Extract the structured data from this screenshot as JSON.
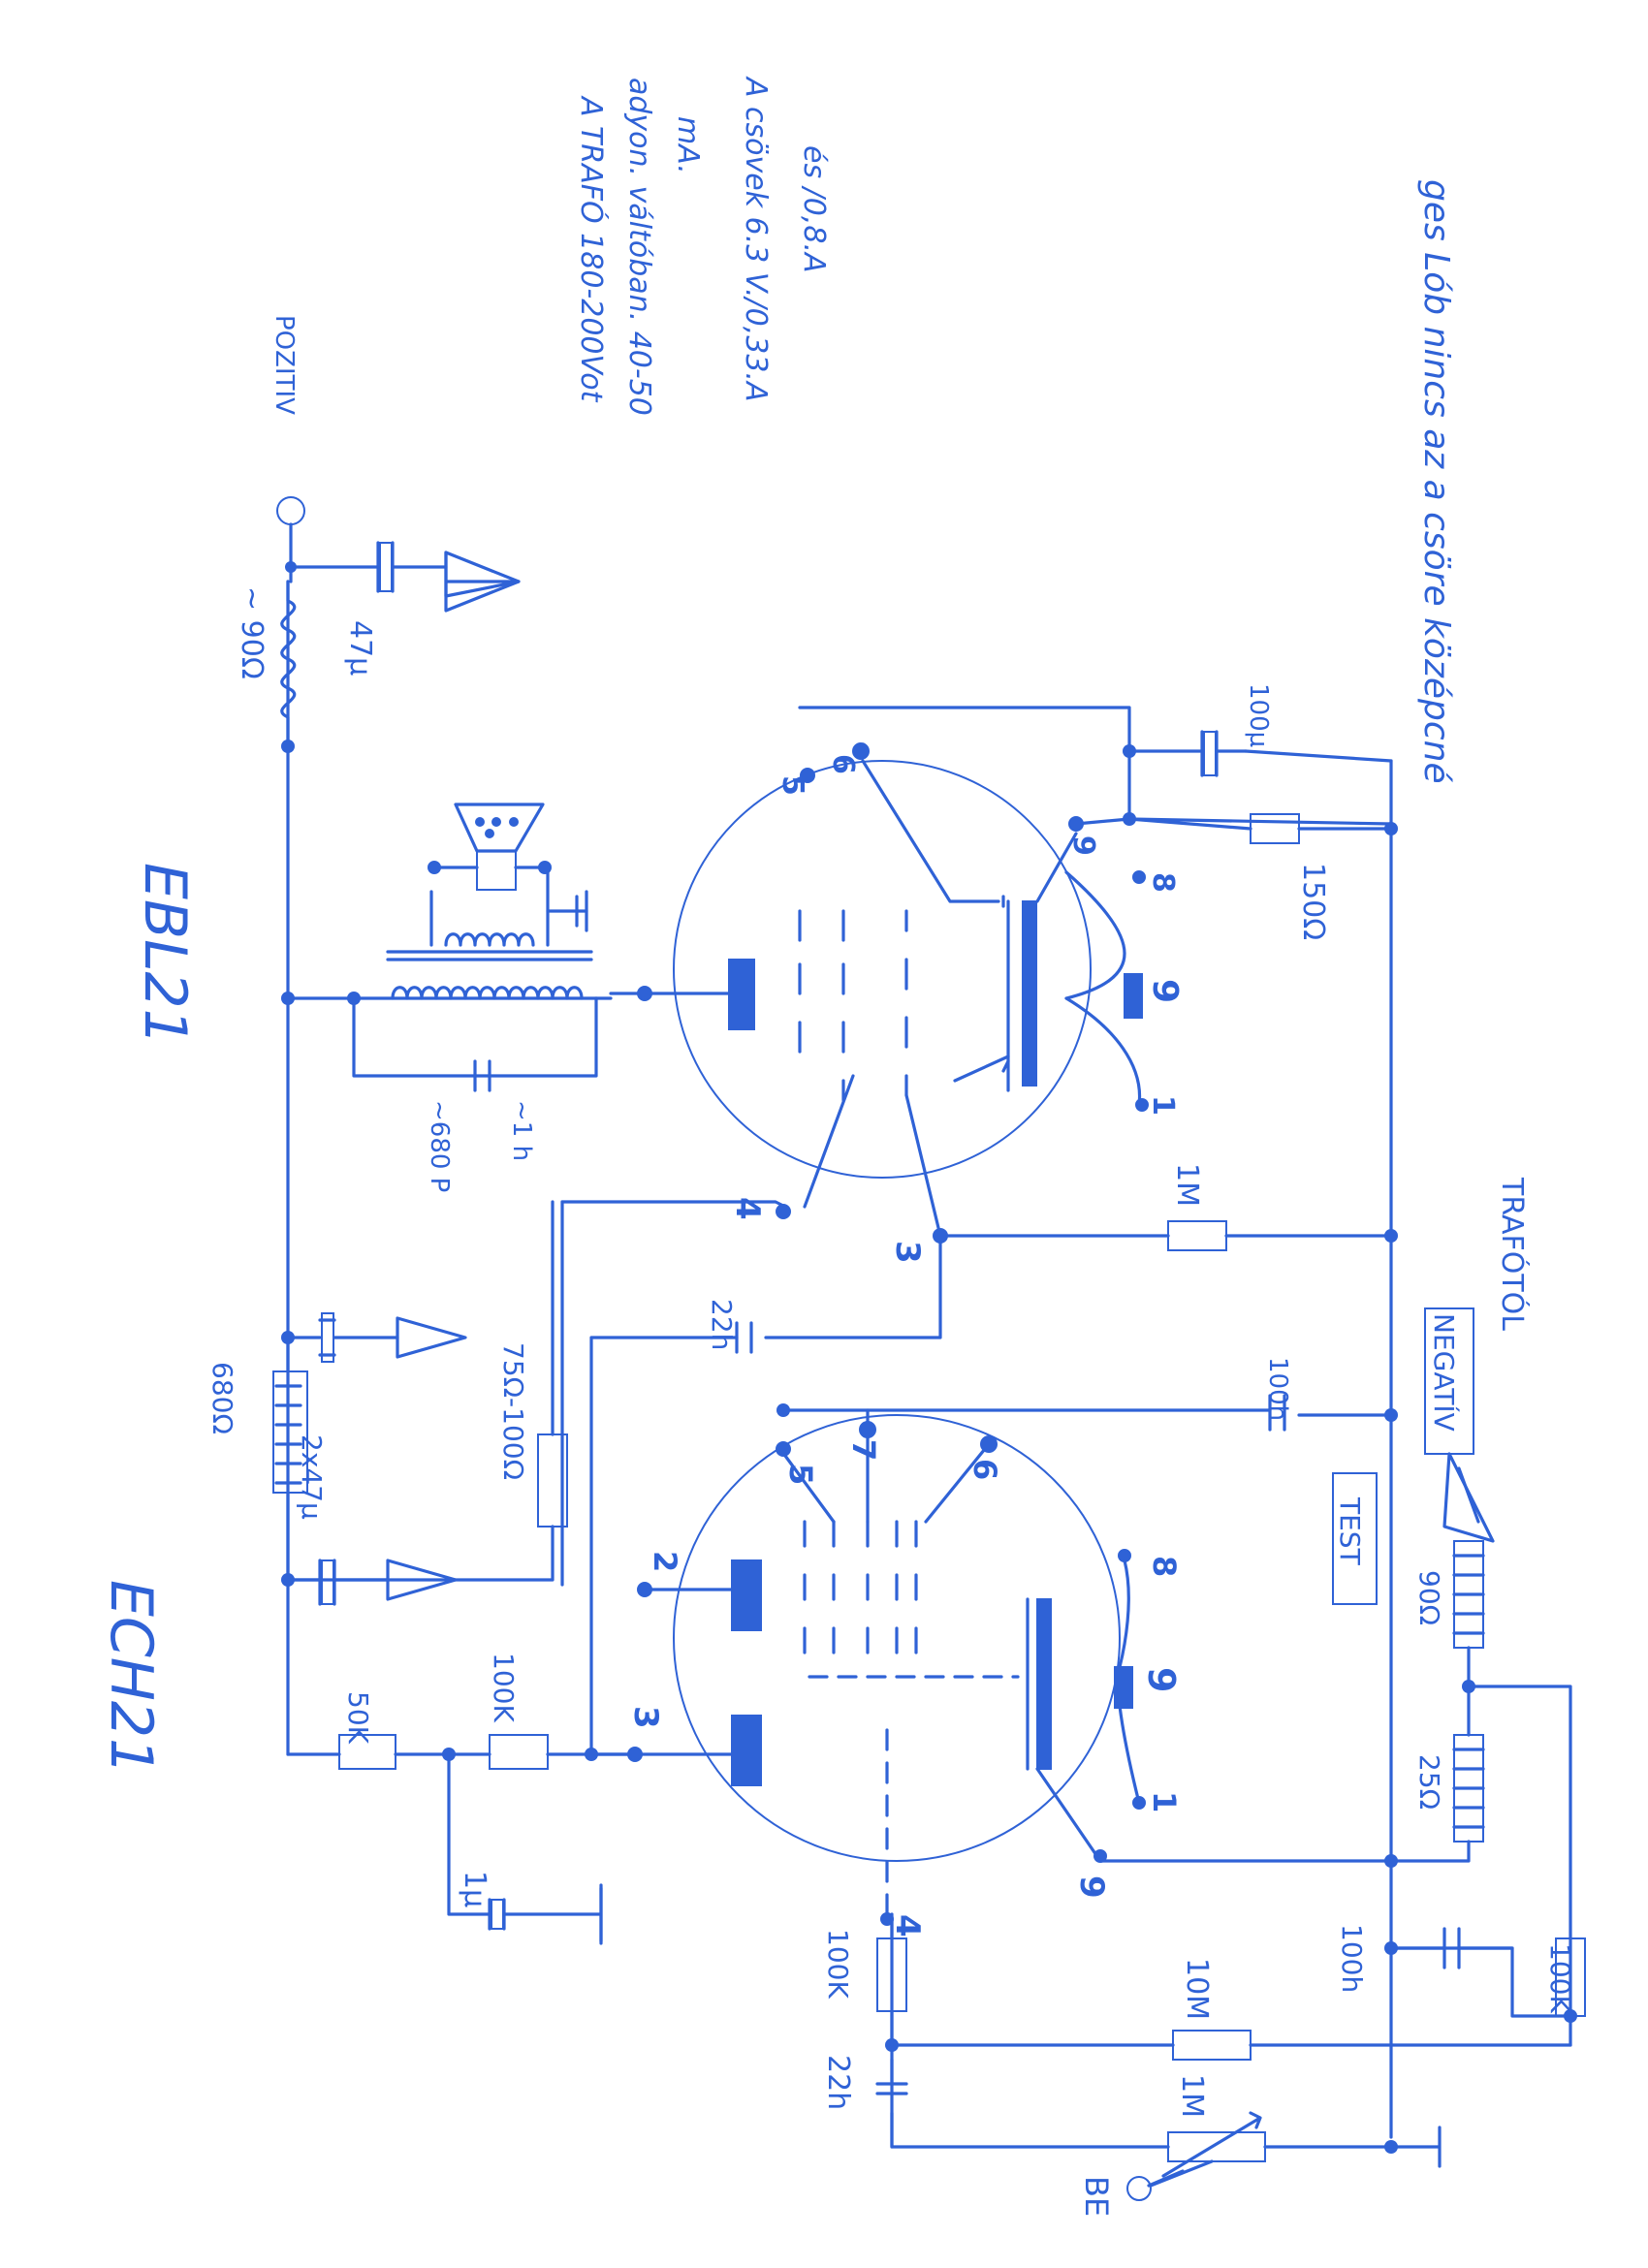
{
  "colors": {
    "ink": "#2f62d6",
    "paper": "#ffffff"
  },
  "tubes": {
    "ech21": {
      "title": "ECH21",
      "pins": {
        "p1": "1",
        "p2": "2",
        "p3": "3",
        "p4": "4",
        "p5": "5",
        "p6": "6",
        "p7": "7",
        "p8": "8",
        "p9a": "9",
        "p9b": "9"
      }
    },
    "ebl21": {
      "title": "EBL21",
      "pins": {
        "p1": "1",
        "p3": "3",
        "p4": "4",
        "p5": "5",
        "p6": "6",
        "p8": "8",
        "p9a": "9",
        "p9b": "9"
      }
    }
  },
  "labels": {
    "r_90": "~ 90Ω",
    "c_47u": "47µ",
    "pozitiv": "POZITIV",
    "c_680p": "~680 P",
    "c_1n": "~1 h",
    "c_100u": "100µ",
    "r_150": "150Ω",
    "r_1m_grid": "1M",
    "r_680": "680Ω",
    "c_2x47": "2x47µ",
    "r_75_100": "75Ω-100Ω",
    "c_22n_top": "22h",
    "c_100n_top": "100h",
    "negativ": "NEGATÍV",
    "trafotol": "TRAFÓTÓL",
    "test": "TEST",
    "r_90_bottom": "90Ω",
    "r_25": "25Ω",
    "r_50k": "50K",
    "r_100k_mid": "100K",
    "c_1u": "1µ",
    "r_100k_left": "100K",
    "r_10m": "10M",
    "c_22n_bottom": "22h",
    "pot_1m": "1M",
    "be": "BE",
    "c_100n_bottom": "100h",
    "r_100k_right": "100K"
  },
  "notes": {
    "line1": "A TRAFÓ 180-200Vot",
    "line2": "adyon. váltóban. 40-50",
    "line3": "mA.",
    "line4": "A csövek 6.3 V./0,33.A",
    "line5": "és /0,8.A",
    "side": "ges Lób nincs az a csöre középcné"
  }
}
